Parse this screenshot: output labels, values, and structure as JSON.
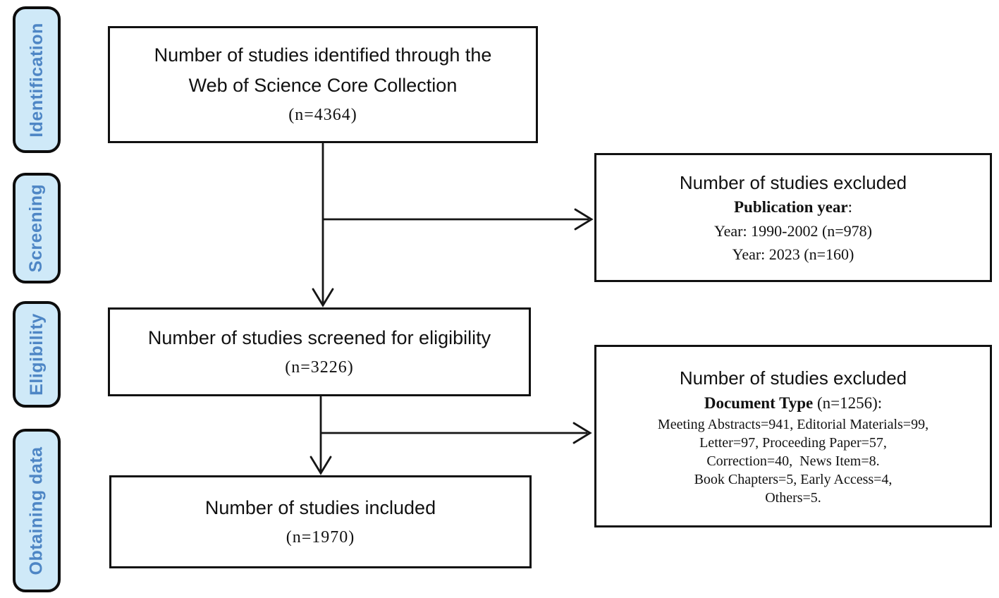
{
  "stages": [
    {
      "label": "Identification"
    },
    {
      "label": "Screening"
    },
    {
      "label": "Eligibility"
    },
    {
      "label": "Obtaining data"
    }
  ],
  "flow_boxes": [
    {
      "lines": [
        "Number of studies identified through the",
        "Web of Science Core Collection"
      ],
      "count": "(n=4364)"
    },
    {
      "lines": [
        "Number of studies screened for eligibility"
      ],
      "count": "(n=3226)"
    },
    {
      "lines": [
        "Number of studies included"
      ],
      "count": "(n=1970)"
    }
  ],
  "excluded_boxes": [
    {
      "title": "Number of studies excluded",
      "subtitle_bold": "Publication year",
      "subtitle_rest": ":",
      "lines": [
        "Year: 1990-2002 (n=978)",
        "Year: 2023 (n=160)"
      ]
    },
    {
      "title": "Number of studies excluded",
      "subtitle_bold": "Document Type",
      "subtitle_rest": " (n=1256):",
      "lines": [
        "Meeting Abstracts=941, Editorial Materials=99,",
        "Letter=97, Proceeding Paper=57,",
        "Correction=40,  News Item=8.",
        "Book Chapters=5, Early Access=4,",
        "Others=5."
      ]
    }
  ],
  "colors": {
    "background": "#ffffff",
    "stage_fill": "#cfe9f8",
    "stage_text": "#4e86c5",
    "box_border": "#111111",
    "arrow": "#151515"
  }
}
